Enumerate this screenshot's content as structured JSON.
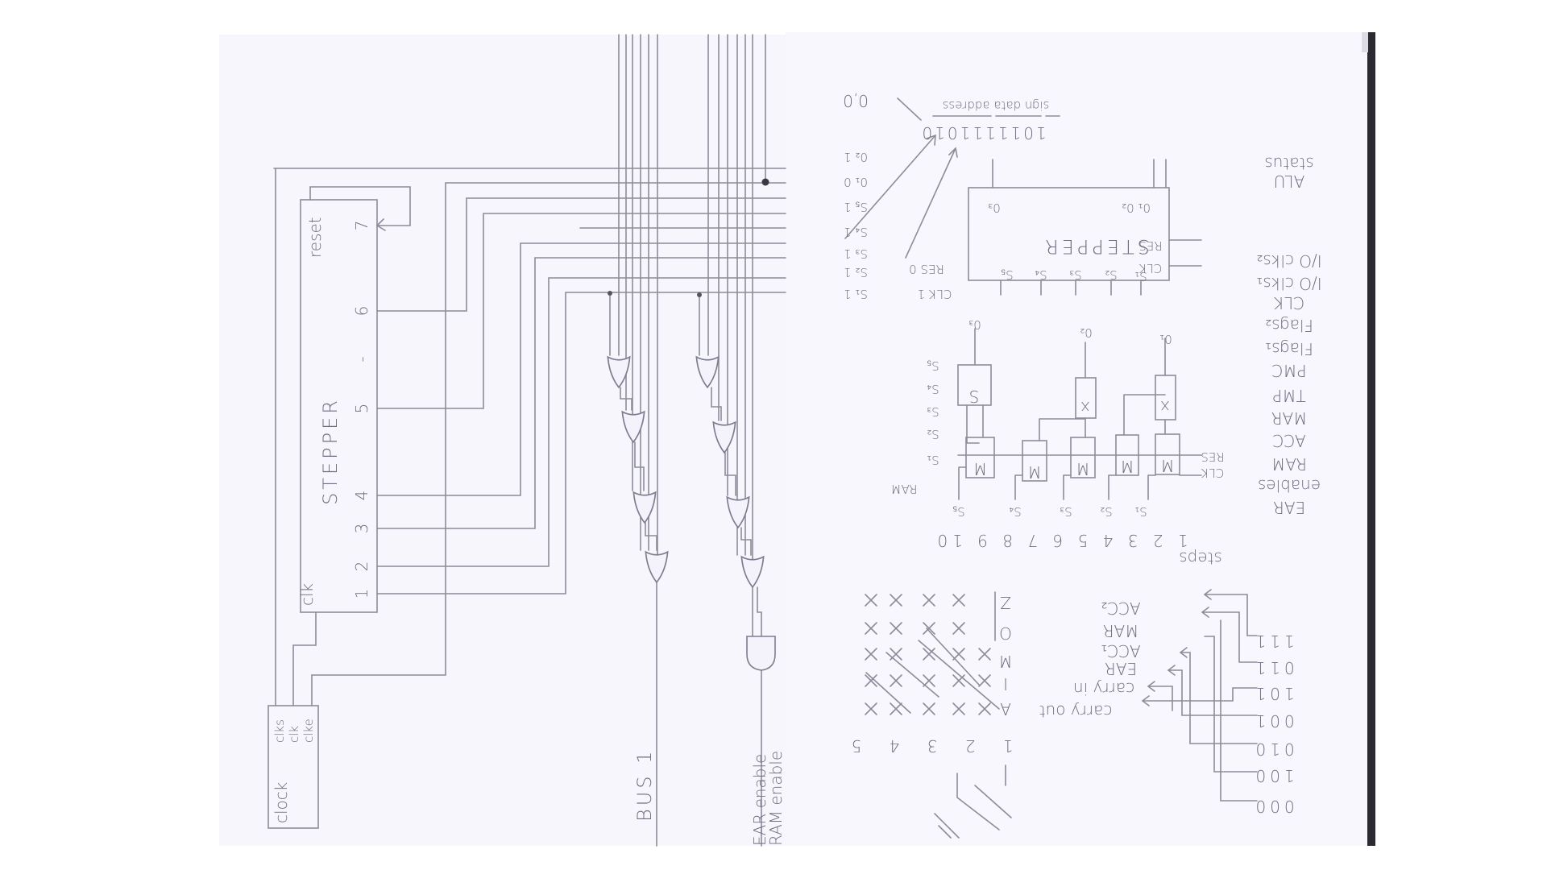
{
  "left_page": {
    "stepper": {
      "title": "STEPPER",
      "reset_label": "reset",
      "clk_label": "clk",
      "steps": [
        "1",
        "2",
        "3",
        "4",
        "5",
        "6",
        "7"
      ],
      "dash": "-"
    },
    "clock_box": {
      "title": "clock",
      "outputs": [
        "clks",
        "clk",
        "clke"
      ]
    },
    "bus_label": "BUS 1",
    "ear_enable_label": "EAR enable",
    "ram_enable_label": "RAM enable"
  },
  "right_page": {
    "instruction": {
      "field_labels": "sign data address",
      "bits": "1011111010",
      "o0_label": "0,0"
    },
    "alu_status": [
      "ALU",
      "status"
    ],
    "left_column": [
      "0₂ 1",
      "0₁ 0",
      "S₅ 1",
      "S₄ 1",
      "S₃ 1",
      "S₂ 1",
      "S₁ 1"
    ],
    "res_value": "RES 0",
    "clk_value": "CLK 1",
    "stepper": {
      "title": "STEPPER",
      "res": "RES",
      "clk": "CLK",
      "o3": "0₃",
      "o1o2": "0₁ 0₂",
      "steps": [
        "S₁",
        "S₂",
        "S₃",
        "S₄",
        "S₅"
      ]
    },
    "enables_column": [
      "I/O clks₂",
      "I/O clks₁",
      "CLK",
      "Flags₂",
      "Flags₁",
      "PMC",
      "TMP",
      "MAR",
      "ACC",
      "RAM",
      "enables",
      "EAR"
    ],
    "steps_row": {
      "numbers": "1 2 3 4 5 6 7 8 9 10",
      "label": "steps"
    },
    "memory_chain": {
      "outputs": [
        "0₃",
        "0₂",
        "0₁"
      ],
      "s_box_label": "S",
      "x_box_label": "x",
      "m_label": "M",
      "left_labels": [
        "S₅",
        "S₄",
        "S₃",
        "S₂",
        "S₁"
      ],
      "ram_label": "RAM",
      "bottom_labels": [
        "S₅",
        "S₄",
        "S₃",
        "S₂",
        "S₁"
      ],
      "res": "RES",
      "clk": "CLK"
    },
    "truth_table": {
      "row_labels": [
        "Z",
        "O",
        "M",
        "I",
        "A"
      ],
      "column_numbers": "1 2 3 4 5"
    },
    "decoder": {
      "codes": [
        "111",
        "011",
        "101",
        "001",
        "010",
        "100",
        "000"
      ],
      "outputs": [
        "ACC₂",
        "MAR",
        "ACC₁",
        "EAR",
        "carry in",
        "carry out"
      ]
    }
  }
}
